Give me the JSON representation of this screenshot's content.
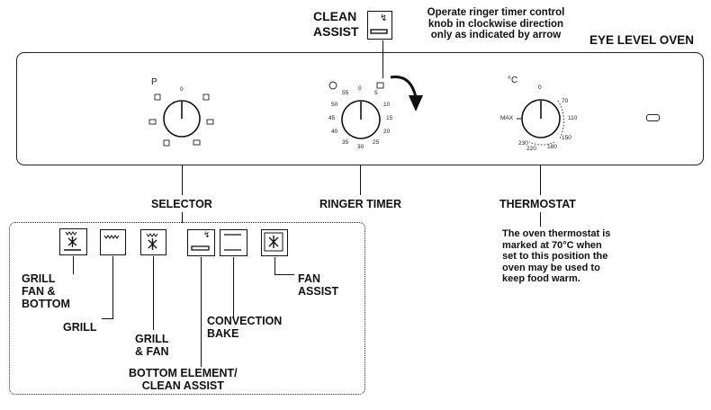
{
  "header": {
    "clean_assist_label": "CLEAN\nASSIST",
    "ringer_note": "Operate ringer timer control\nknob in clockwise direction\nonly as indicated by arrow",
    "title": "EYE LEVEL OVEN"
  },
  "panel": {
    "selector": {
      "top_label": "P",
      "marks": [
        "0"
      ]
    },
    "ringer": {
      "ticks": [
        "0",
        "5",
        "10",
        "15",
        "20",
        "25",
        "30",
        "35",
        "40",
        "45",
        "50",
        "55"
      ]
    },
    "thermostat": {
      "unit": "°C",
      "zero": "0",
      "max": "MAX",
      "ticks": [
        "70",
        "110",
        "150",
        "180",
        "220",
        "230"
      ]
    }
  },
  "labels": {
    "selector": "SELECTOR",
    "ringer_timer": "RINGER TIMER",
    "thermostat": "THERMOSTAT",
    "thermostat_note": "The oven thermostat is\nmarked at 70°C when\nset to this position the\noven may be used to\nkeep food warm."
  },
  "modes": {
    "grill_fan_bottom": "GRILL\nFAN &\nBOTTOM",
    "grill": "GRILL",
    "grill_fan": "GRILL\n& FAN",
    "bottom_element": "BOTTOM ELEMENT/\nCLEAN ASSIST",
    "convection_bake": "CONVECTION\nBAKE",
    "fan_assist": "FAN\nASSIST"
  },
  "icons": [
    "grill-fan-bottom-icon",
    "grill-icon",
    "grill-fan-icon",
    "bottom-element-clean-assist-icon",
    "convection-bake-icon",
    "fan-assist-icon"
  ]
}
